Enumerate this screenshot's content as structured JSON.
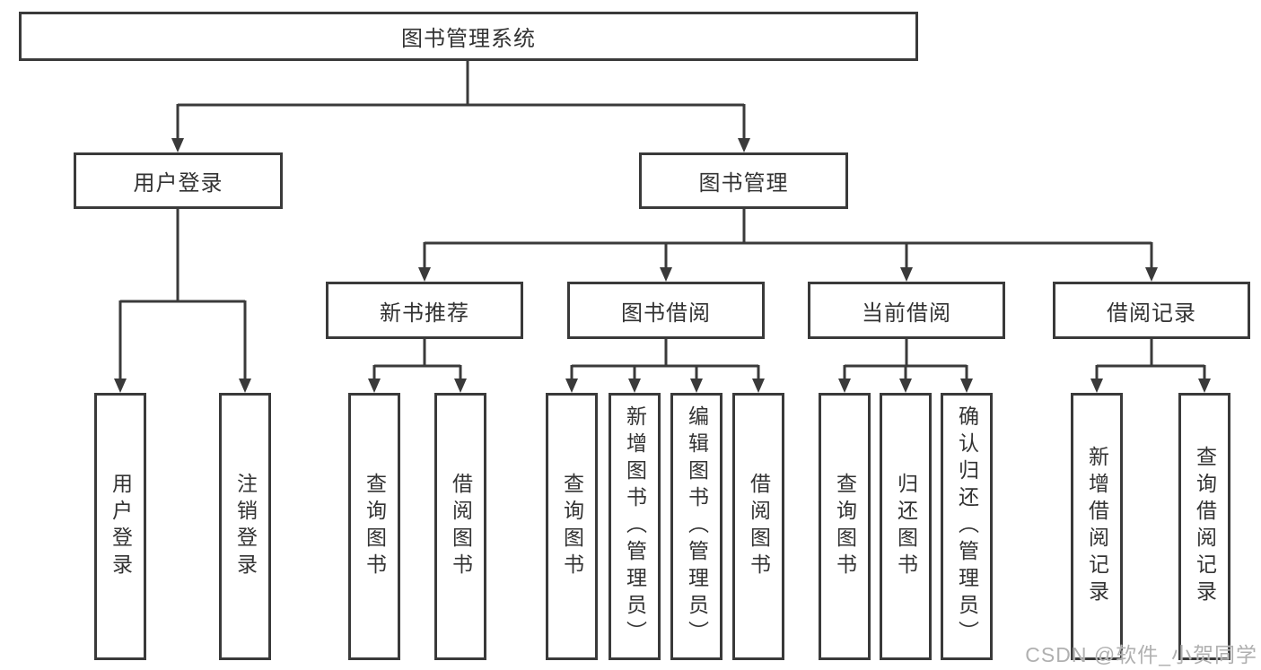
{
  "diagram_title": "图书管理系统",
  "colors": {
    "line": "#3a3a3a",
    "box_border": "#3a3a3a",
    "text": "#333333",
    "background": "#ffffff",
    "watermark": "#b0b0b0"
  },
  "tree": {
    "label": "图书管理系统",
    "children": [
      {
        "label": "用户登录",
        "children": [
          {
            "label": "用户登录"
          },
          {
            "label": "注销登录"
          }
        ]
      },
      {
        "label": "图书管理",
        "children": [
          {
            "label": "新书推荐",
            "children": [
              {
                "label": "查询图书"
              },
              {
                "label": "借阅图书"
              }
            ]
          },
          {
            "label": "图书借阅",
            "children": [
              {
                "label": "查询图书"
              },
              {
                "label": "新增图书（管理员）"
              },
              {
                "label": "编辑图书（管理员）"
              },
              {
                "label": "借阅图书"
              }
            ]
          },
          {
            "label": "当前借阅",
            "children": [
              {
                "label": "查询图书"
              },
              {
                "label": "归还图书"
              },
              {
                "label": "确认归还（管理员）"
              }
            ]
          },
          {
            "label": "借阅记录",
            "children": [
              {
                "label": "新增借阅记录"
              },
              {
                "label": "查询借阅记录"
              }
            ]
          }
        ]
      }
    ]
  },
  "watermark": {
    "text": "CSDN @软件_小贺同学"
  }
}
